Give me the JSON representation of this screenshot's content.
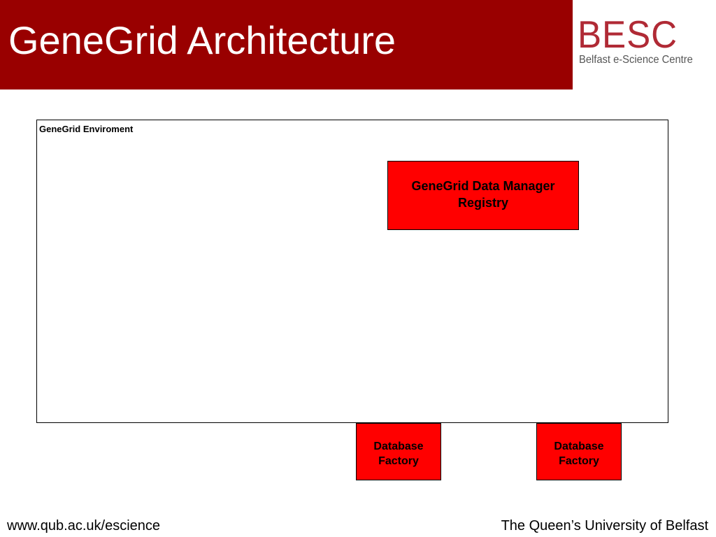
{
  "slide": {
    "title": "GeneGrid Architecture",
    "colors": {
      "title_bar": "#990000",
      "box_fill": "#ff0000",
      "logo": "#b02a35"
    }
  },
  "logo": {
    "word": "BESC",
    "subtitle": "Belfast e-Science Centre"
  },
  "diagram": {
    "environment_label": "GeneGrid Enviroment",
    "registry_label": "GeneGrid Data Manager\nRegistry",
    "factories": [
      {
        "label": "Database\nFactory"
      },
      {
        "label": "Database\nFactory"
      }
    ]
  },
  "footer": {
    "url": "www.qub.ac.uk/escience",
    "institution": "The Queen’s University of Belfast"
  }
}
